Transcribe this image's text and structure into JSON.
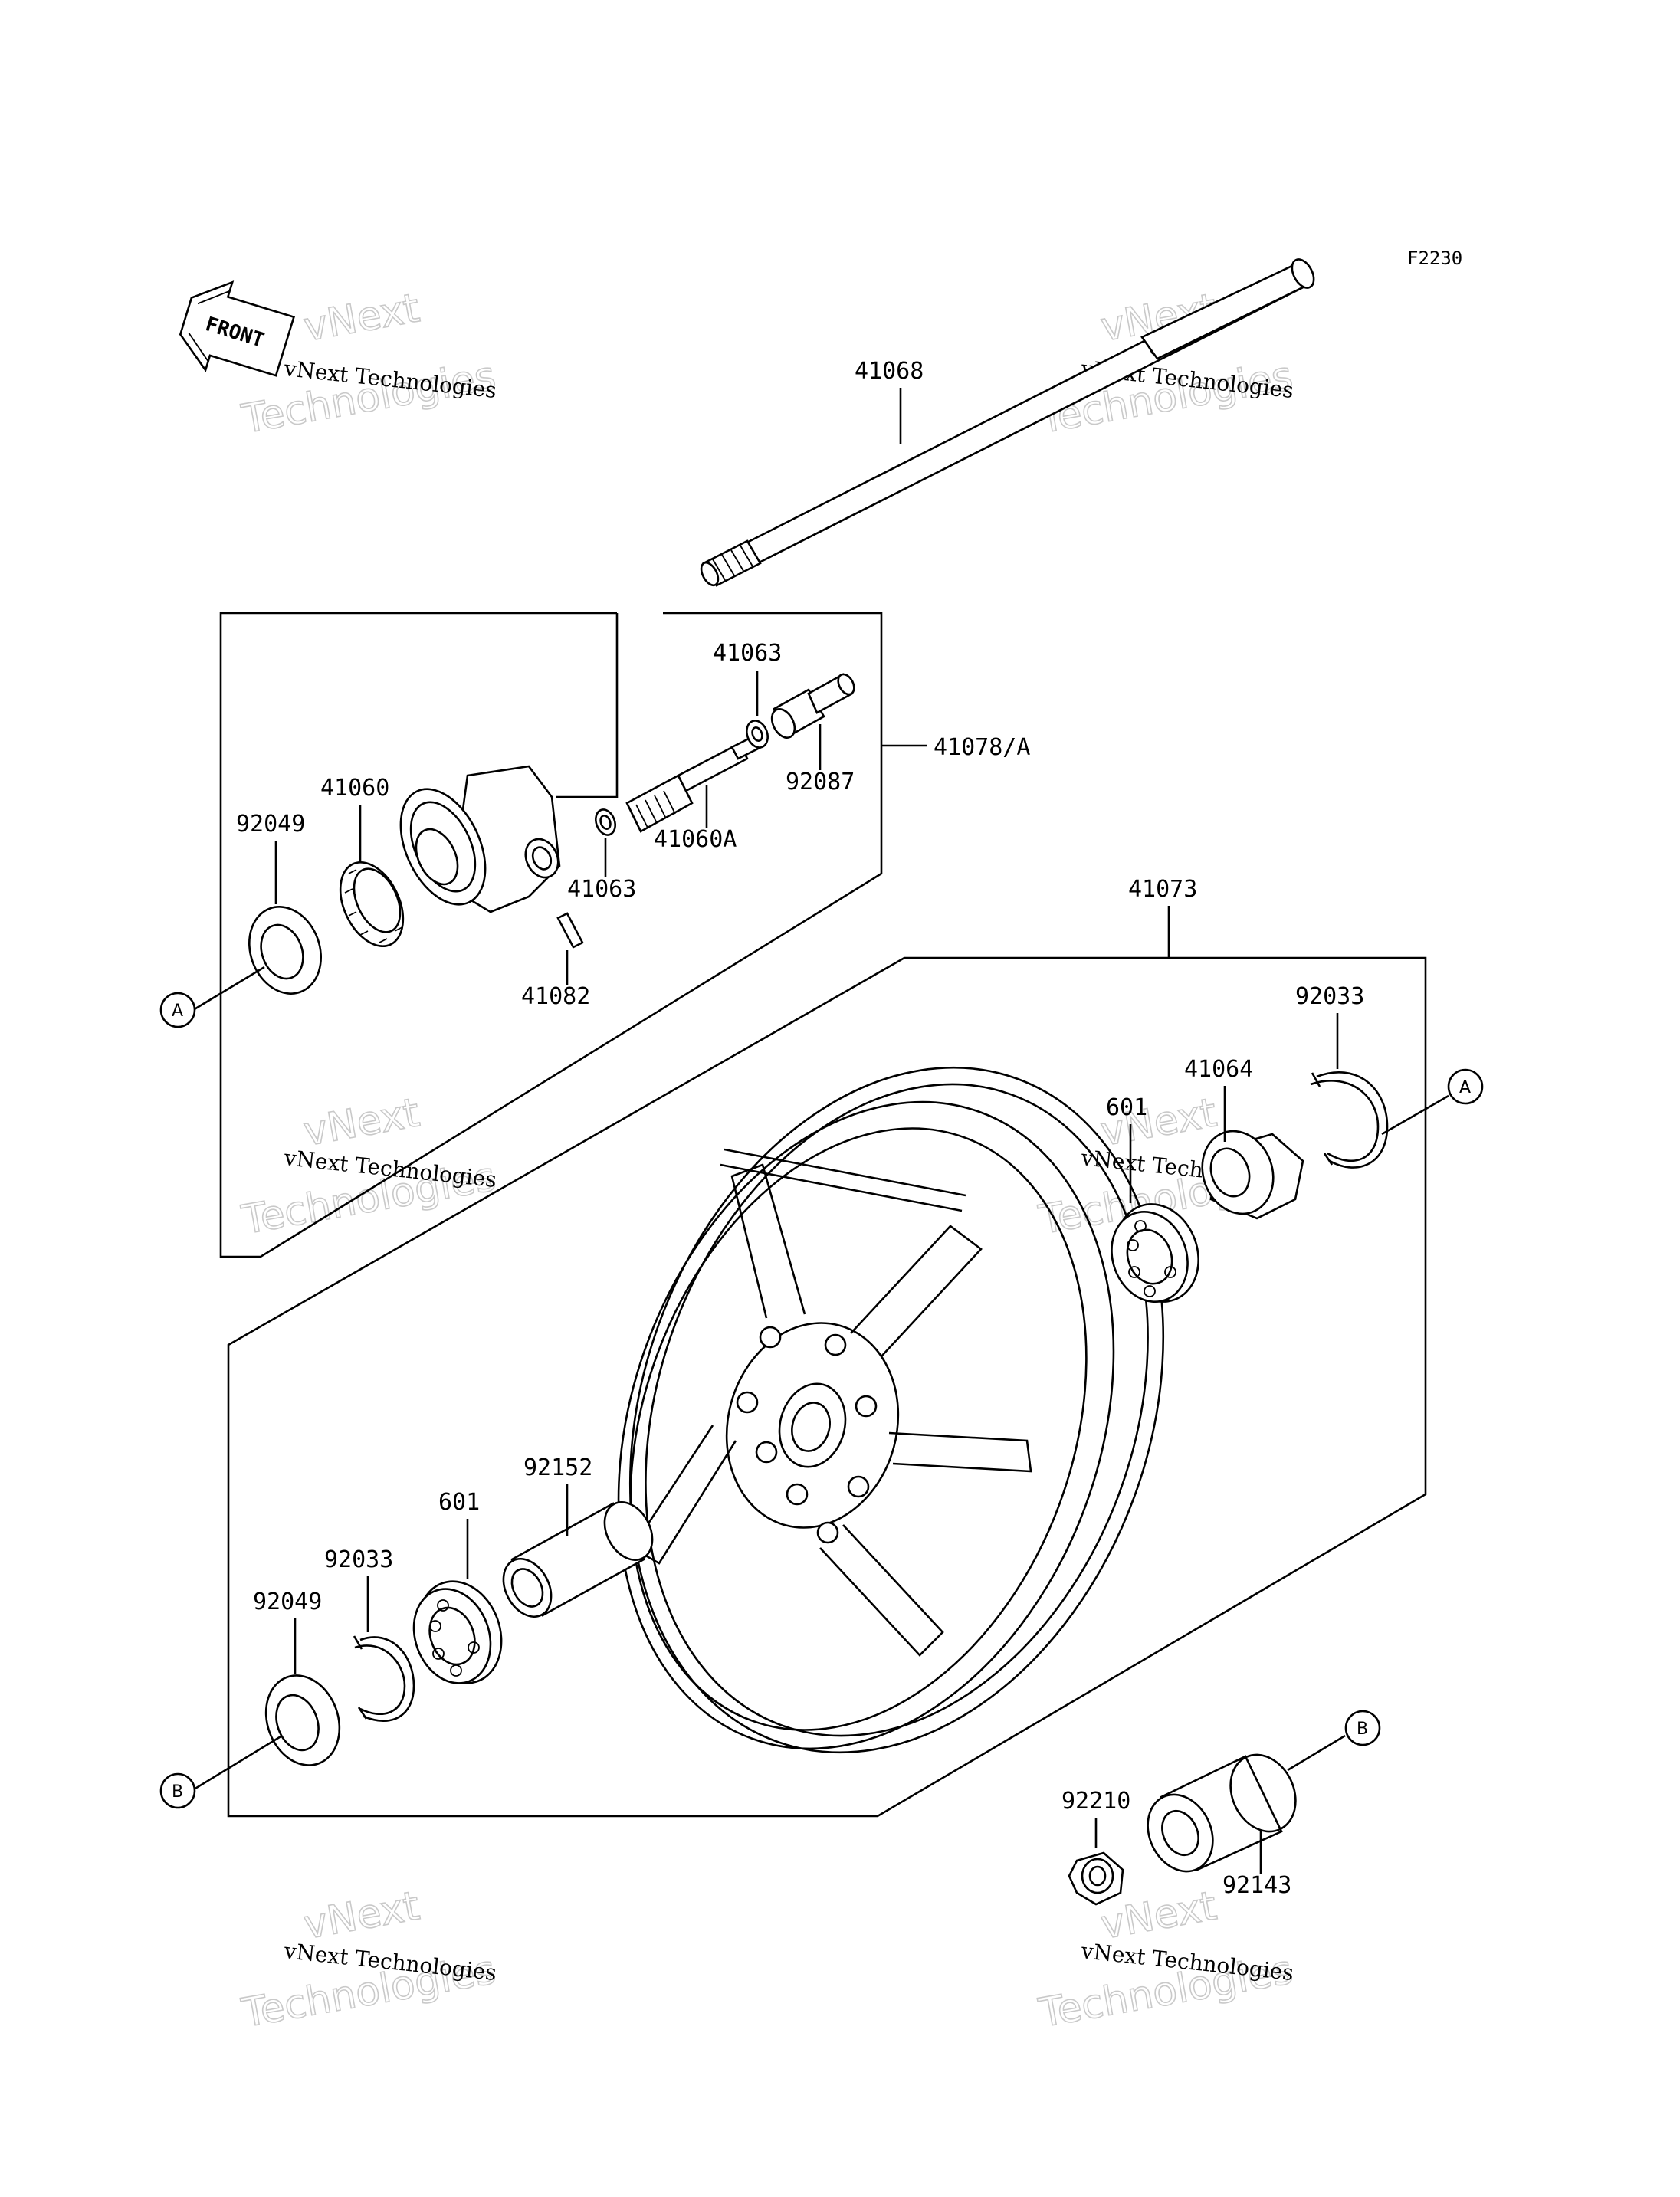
{
  "diagram_code": "F2230",
  "front_label": "FRONT",
  "watermark": {
    "line1": "vNext",
    "line2": "Technologies",
    "caption": "vNext Technologies"
  },
  "callouts": {
    "A": "A",
    "B": "B"
  },
  "parts": {
    "axle": "41068",
    "gear_housing_assy": "41078/A",
    "washer_top": "41063",
    "bushing": "92087",
    "pinion": "41060A",
    "washer_mid": "41063",
    "gear_ring": "41060",
    "seal_left_top": "92049",
    "pin": "41082",
    "wheel_assy": "41073",
    "circlip_right": "92033",
    "gear_plate": "41064",
    "bearing_right": "601",
    "collar_long": "92152",
    "bearing_left": "601",
    "circlip_left": "92033",
    "seal_left_bottom": "92049",
    "nut": "92210",
    "collar_short": "92143"
  }
}
